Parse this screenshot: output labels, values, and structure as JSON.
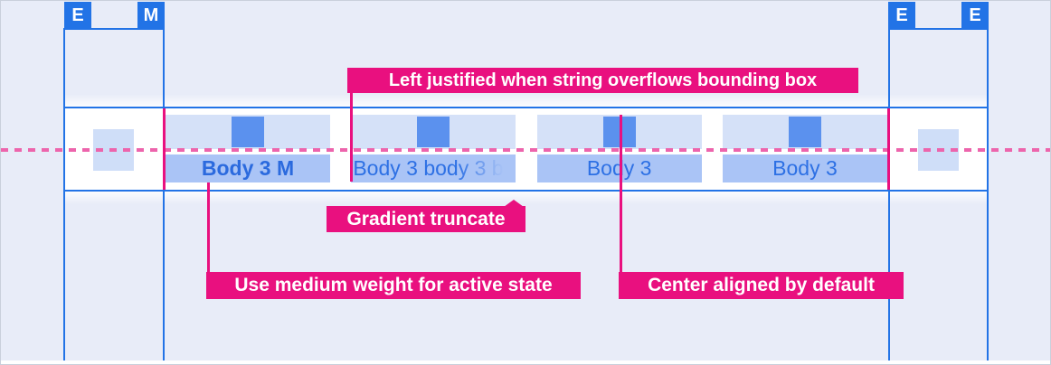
{
  "colors": {
    "background": "#e8ecf8",
    "guide_blue": "#2273e6",
    "annotation_pink": "#e9107f",
    "baseline_pink": "#ed64ac",
    "bar_fill": "#ffffff",
    "tab_rest_fill": "#d5e1f8",
    "tab_label_fill": "#aac4f6",
    "tab_icon_fill": "#5b91ee",
    "tab_text_blue": "#2d70e4"
  },
  "margin_markers": [
    {
      "label": "E"
    },
    {
      "label": "M"
    },
    {
      "label": "E"
    },
    {
      "label": "E"
    }
  ],
  "tab_bar": {
    "tabs": [
      {
        "label": "Body 3 M",
        "state": "active",
        "align": "center",
        "truncated": false
      },
      {
        "label": "Body 3 body 3 b",
        "state": "rest",
        "align": "left",
        "truncated": true
      },
      {
        "label": "Body 3",
        "state": "rest",
        "align": "center",
        "truncated": false
      },
      {
        "label": "Body 3",
        "state": "rest",
        "align": "center",
        "truncated": false
      }
    ]
  },
  "annotations": {
    "overflow": "Left justified when string overflows bounding box",
    "gradient": "Gradient truncate",
    "active_weight": "Use medium weight for active state",
    "center_aligned": "Center aligned by default"
  }
}
